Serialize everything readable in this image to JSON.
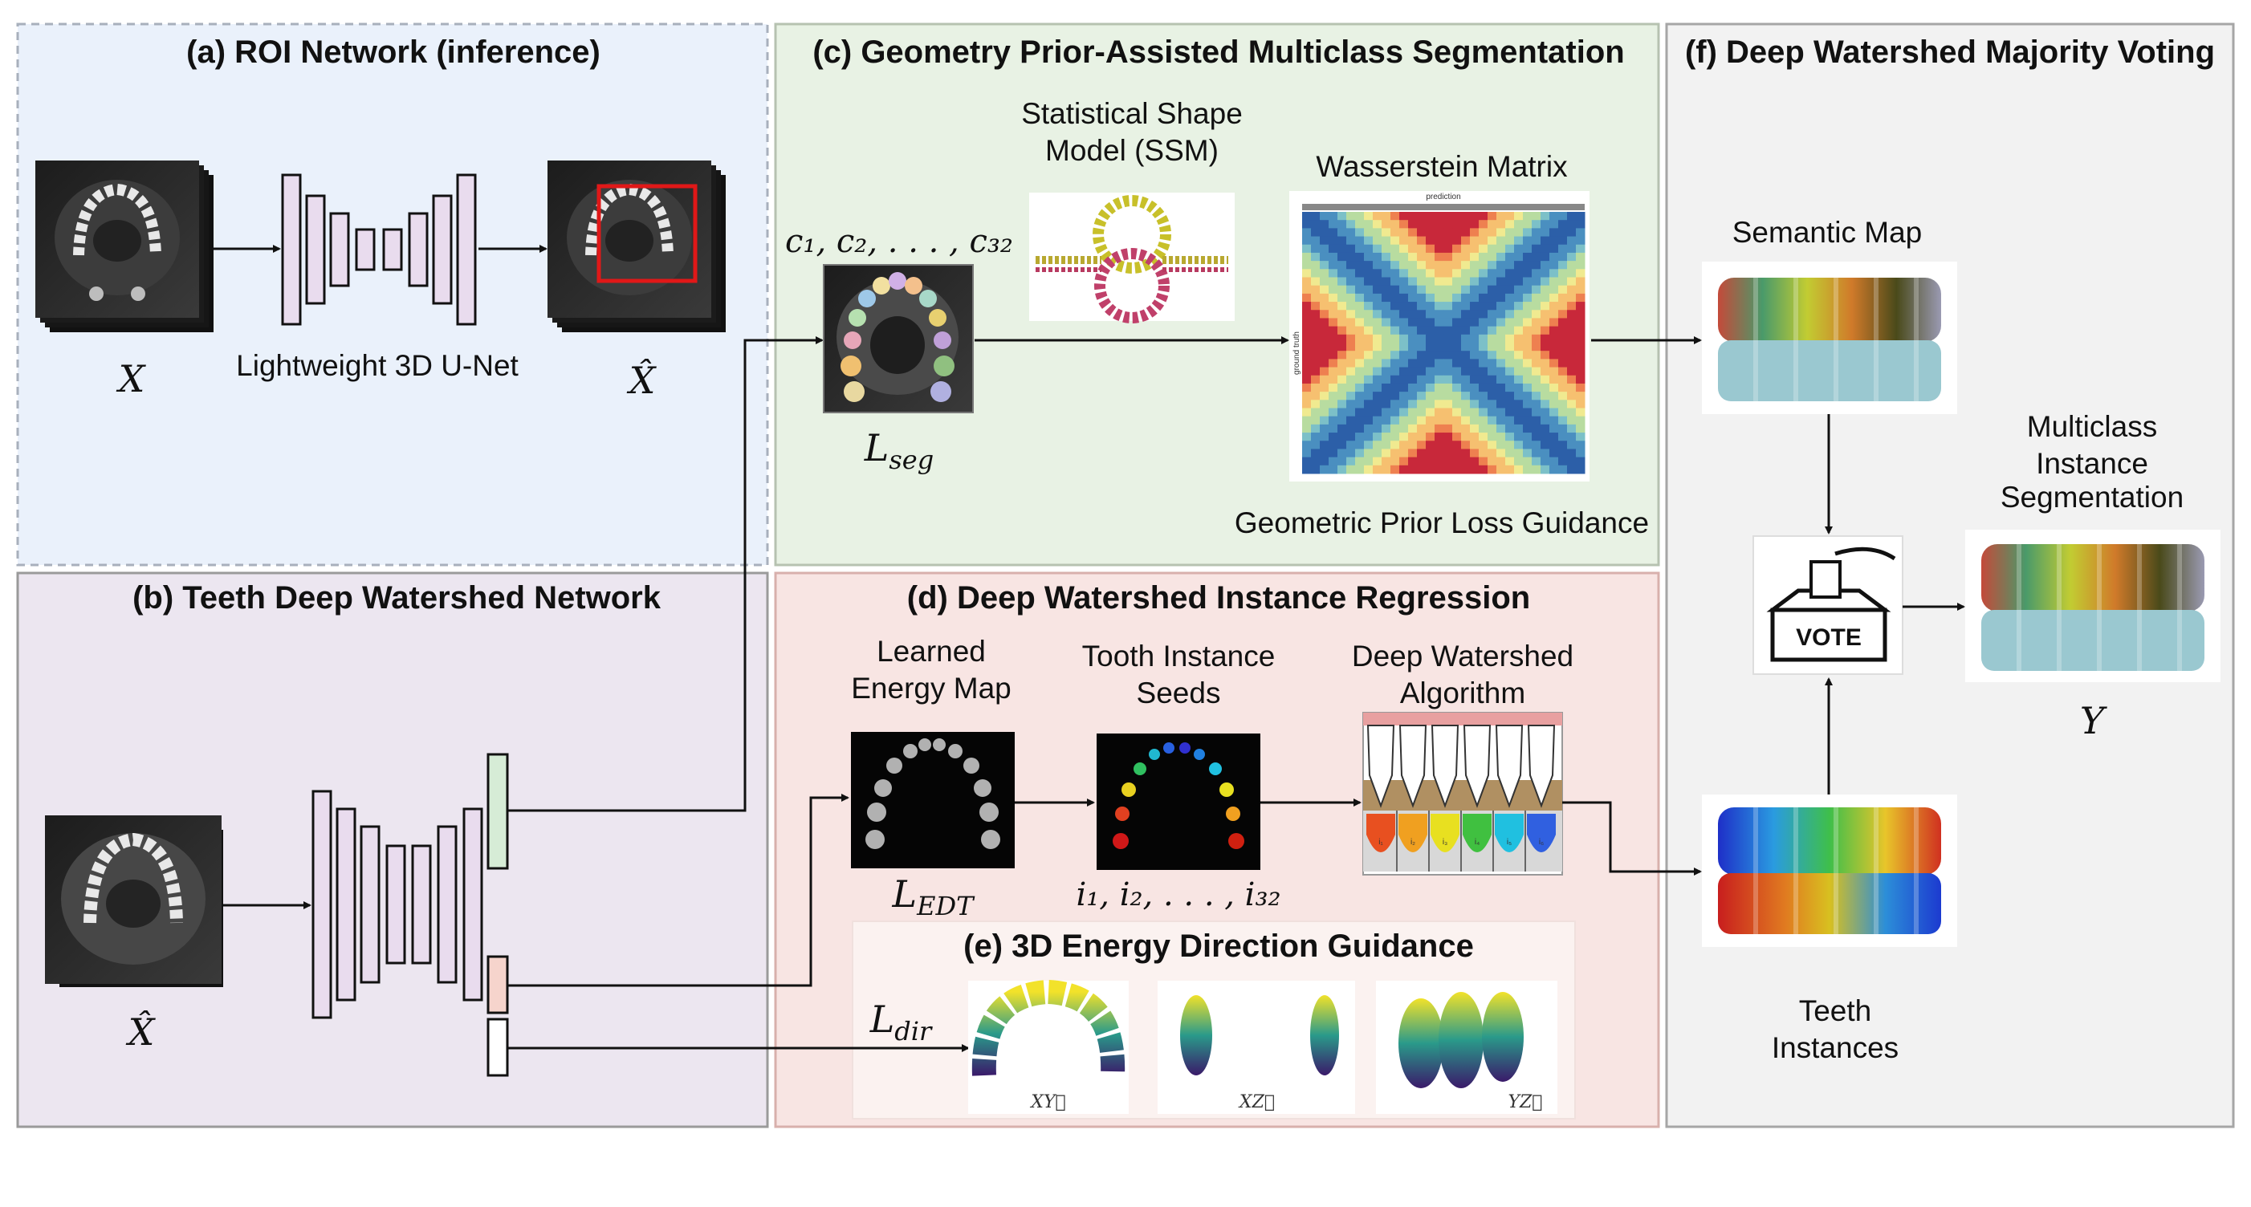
{
  "panels": {
    "a": {
      "title": "(a) ROI Network (inference)",
      "input": "X",
      "net": "Lightweight 3D U-Net",
      "output": "X̂"
    },
    "b": {
      "title": "(b) Teeth Deep Watershed Network",
      "input": "X̂"
    },
    "c": {
      "title": "(c) Geometry Prior-Assisted Multiclass Segmentation",
      "classes": "c₁, c₂, . . . , c₃₂",
      "loss": "L",
      "loss_sub": "seg",
      "ssm_line1": "Statistical Shape",
      "ssm_line2": "Model (SSM)",
      "matrix": "Wasserstein Matrix",
      "matrix_top": "prediction",
      "matrix_side": "ground truth",
      "guidance": "Geometric Prior Loss Guidance"
    },
    "d": {
      "title": "(d) Deep Watershed Instance Regression",
      "energy_line1": "Learned",
      "energy_line2": "Energy Map",
      "seeds_line1": "Tooth Instance",
      "seeds_line2": "Seeds",
      "algo_line1": "Deep Watershed",
      "algo_line2": "Algorithm",
      "loss": "L",
      "loss_sub": "EDT",
      "instances": "i₁, i₂, . . . , i₃₂",
      "teeth_labels": [
        "i₁",
        "i₂",
        "i₃",
        "i₄",
        "i₅",
        "i₆"
      ]
    },
    "e": {
      "title": "(e) 3D Energy Direction Guidance",
      "loss": "L",
      "loss_sub": "dir",
      "views": [
        "XY⃗",
        "XZ⃗",
        "YZ⃗"
      ]
    },
    "f": {
      "title": "(f) Deep Watershed Majority Voting",
      "semantic": "Semantic Map",
      "vote": "VOTE",
      "out_line1": "Multiclass",
      "out_line2": "Instance",
      "out_line3": "Segmentation",
      "output": "Y",
      "inst_line1": "Teeth",
      "inst_line2": "Instances"
    }
  },
  "colors": {
    "panel_a": "#eaf1fb",
    "panel_b": "#ece6f0",
    "panel_c": "#e8f2e4",
    "panel_d": "#f8e5e3",
    "panel_e": "#fbf2f0",
    "panel_f": "#f2f2f2",
    "unet": "#e9dcee"
  }
}
